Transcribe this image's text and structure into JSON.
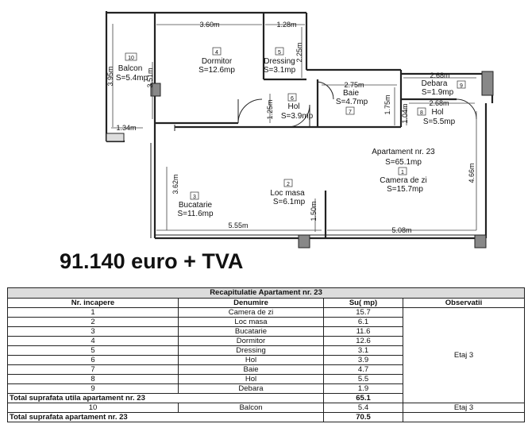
{
  "price": "91.140 euro + TVA",
  "plan": {
    "rooms": [
      {
        "id": "room-dormitor",
        "num": "4",
        "name": "Dormitor",
        "area": "S=12.6mp"
      },
      {
        "id": "room-dressing",
        "num": "5",
        "name": "Dressing",
        "area": "S=3.1mp"
      },
      {
        "id": "room-balcon",
        "num": "10",
        "name": "Balcon",
        "area": "S=5.4mp"
      },
      {
        "id": "room-hol-6",
        "num": "6",
        "name": "Hol",
        "area": "S=3.9mp"
      },
      {
        "id": "room-baie",
        "num": "7",
        "name": "Baie",
        "area": "S=4.7mp"
      },
      {
        "id": "room-debara",
        "num": "9",
        "name": "Debara",
        "area": "S=1.9mp"
      },
      {
        "id": "room-hol-8",
        "num": "8",
        "name": "Hol",
        "area": "S=5.5mp"
      },
      {
        "id": "room-camera",
        "num": "1",
        "name": "Camera de zi",
        "area": "S=15.7mp"
      },
      {
        "id": "room-loc-masa",
        "num": "2",
        "name": "Loc masa",
        "area": "S=6.1mp"
      },
      {
        "id": "room-bucatarie",
        "num": "3",
        "name": "Bucatarie",
        "area": "S=11.6mp"
      }
    ],
    "apartment": {
      "title": "Apartament nr. 23",
      "area": "S=65.1mp"
    },
    "dimensions": [
      "3.60m",
      "1.28m",
      "2.25m",
      "3.51m",
      "3.95m",
      "1.34m",
      "2.75m",
      "2.68m",
      "2.68m",
      "1.25m",
      "1.75m",
      "1.04m",
      "3.62m",
      "4.66m",
      "5.55m",
      "1.50m",
      "5.08m"
    ]
  },
  "table": {
    "title": "Recapitulatie Apartament nr. 23",
    "headers": [
      "Nr. incapere",
      "Denumire",
      "Su( mp)",
      "Observatii"
    ],
    "rows": [
      {
        "nr": "1",
        "name": "Camera de zi",
        "su": "15.7"
      },
      {
        "nr": "2",
        "name": "Loc masa",
        "su": "6.1"
      },
      {
        "nr": "3",
        "name": "Bucatarie",
        "su": "11.6"
      },
      {
        "nr": "4",
        "name": "Dormitor",
        "su": "12.6"
      },
      {
        "nr": "5",
        "name": "Dressing",
        "su": "3.1"
      },
      {
        "nr": "6",
        "name": "Hol",
        "su": "3.9"
      },
      {
        "nr": "7",
        "name": "Baie",
        "su": "4.7"
      },
      {
        "nr": "8",
        "name": "Hol",
        "su": "5.5"
      },
      {
        "nr": "9",
        "name": "Debara",
        "su": "1.9"
      }
    ],
    "observatii_main": "Etaj 3",
    "total_utila_label": "Total suprafata utila apartament nr. 23",
    "total_utila_value": "65.1",
    "balcon_row": {
      "nr": "10",
      "name": "Balcon",
      "su": "5.4",
      "obs": "Etaj 3"
    },
    "total_label": "Total suprafata apartament nr. 23",
    "total_value": "70.5"
  }
}
